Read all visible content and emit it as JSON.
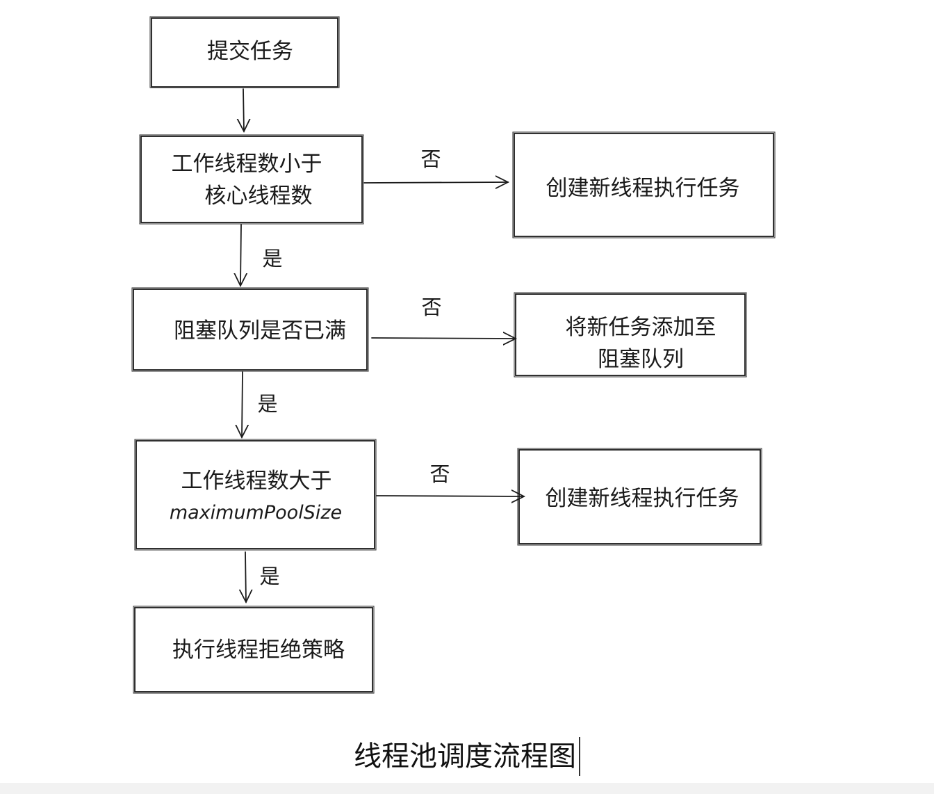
{
  "nodes": {
    "submit": [
      "提交任务"
    ],
    "check_core": [
      "工作线程数小于",
      "核心线程数"
    ],
    "create_core": [
      "创建新线程执行任务"
    ],
    "check_queue": [
      "阻塞队列是否已满"
    ],
    "add_queue": [
      "将新任务添加至",
      "阻塞队列"
    ],
    "check_max": [
      "工作线程数大于",
      "maximumPoolSize"
    ],
    "create_max": [
      "创建新线程执行任务"
    ],
    "reject": [
      "执行线程拒绝策略"
    ]
  },
  "edge_labels": {
    "no": "否",
    "yes": "是"
  },
  "caption": "线程池调度流程图",
  "colors": {
    "stroke": "#1a1a1a",
    "background": "#ffffff",
    "bottom_bar": "#f2f2f2"
  }
}
